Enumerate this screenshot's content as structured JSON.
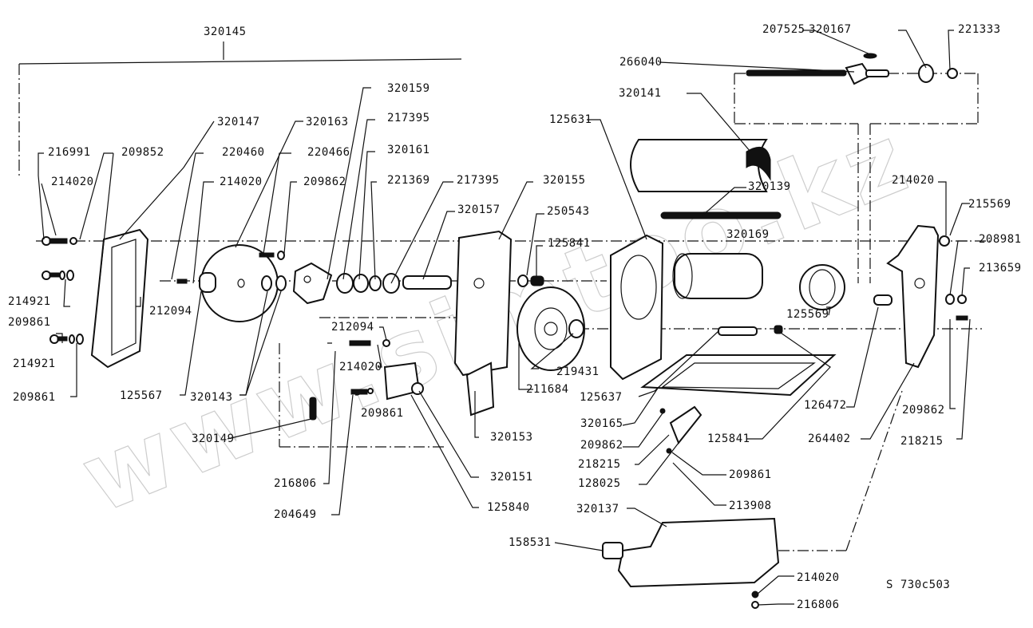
{
  "diagram": {
    "title_part": "320145",
    "reference_code": "S 730c503",
    "watermark": "www.simtoo.kz",
    "labels": {
      "l01": "320145",
      "l02": "320147",
      "l03": "320163",
      "l04": "216991",
      "l05": "209852",
      "l06": "220460",
      "l07": "220466",
      "l08": "214020",
      "l09": "214020",
      "l10": "209862",
      "l11": "214921",
      "l12": "209861",
      "l13": "214921",
      "l14": "209861",
      "l15": "212094",
      "l16": "125567",
      "l17": "320143",
      "l18": "320159",
      "l19": "217395",
      "l20": "320161",
      "l21": "221369",
      "l22": "217395",
      "l23": "320157",
      "l24": "320155",
      "l25": "250543",
      "l26": "125841",
      "l27": "212094",
      "l28": "214020",
      "l29": "209861",
      "l30": "320149",
      "l31": "216806",
      "l32": "204649",
      "l33": "320151",
      "l34": "125840",
      "l35": "320153",
      "l36": "211684",
      "l37": "219431",
      "l38": "125631",
      "l39": "320141",
      "l40": "266040",
      "l41": "207525",
      "l42": "320167",
      "l43": "221333",
      "l44": "320139",
      "l45": "320169",
      "l46": "125569",
      "l47": "214020",
      "l48": "215569",
      "l49": "208981",
      "l50": "213659",
      "l51": "125637",
      "l52": "320165",
      "l53": "209862",
      "l54": "218215",
      "l55": "128025",
      "l56": "125841",
      "l57": "126472",
      "l58": "264402",
      "l59": "209862",
      "l60": "218215",
      "l61": "209861",
      "l62": "213908",
      "l63": "320137",
      "l64": "158531",
      "l65": "214020",
      "l66": "216806"
    }
  }
}
